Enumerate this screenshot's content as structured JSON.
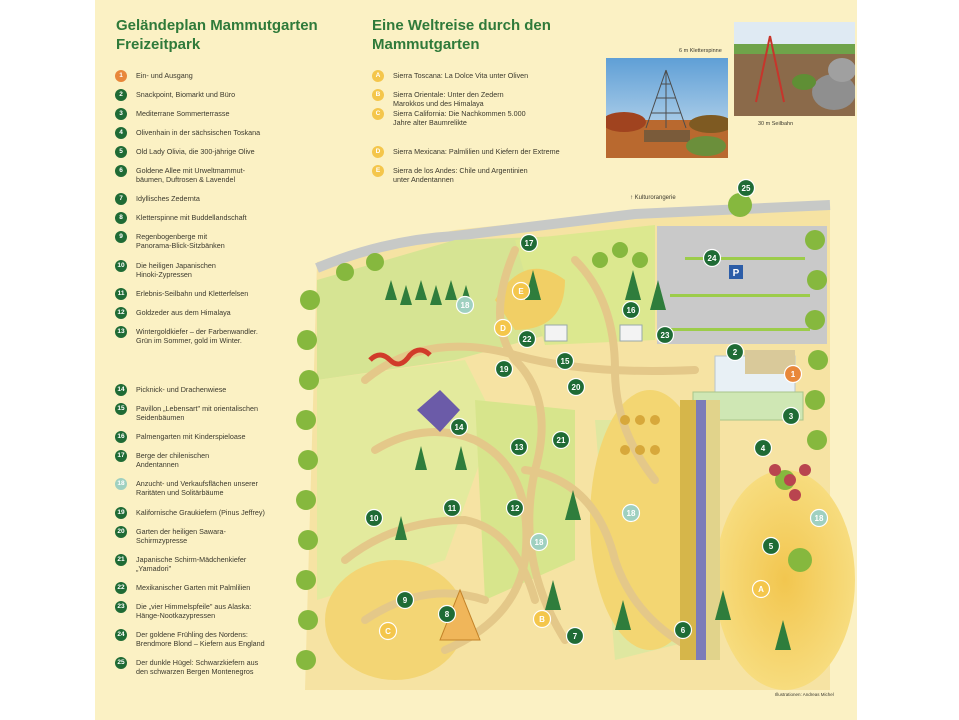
{
  "title_left": "Geländeplan Mammutgarten\nFreizeitpark",
  "title_right": "Eine Weltreise durch den\nMammutgarten",
  "legend_numbers": [
    {
      "num": "1",
      "text": "Ein- und Ausgang",
      "style": "orange"
    },
    {
      "num": "2",
      "text": "Snackpoint, Biomarkt und Büro"
    },
    {
      "num": "3",
      "text": "Mediterrane Sommerterrasse"
    },
    {
      "num": "4",
      "text": "Olivenhain in der sächsischen Toskana"
    },
    {
      "num": "5",
      "text": "Old Lady Olivia, die 300-jährige Olive"
    },
    {
      "num": "6",
      "text": "Goldene Allee mit Urweltmammut-\nbäumen, Duftrosen & Lavendel"
    },
    {
      "num": "7",
      "text": "Idyllisches Zedernta"
    },
    {
      "num": "8",
      "text": "Kletterspinne mit Buddellandschaft"
    },
    {
      "num": "9",
      "text": "Regenbogenberge mit\nPanorama-Blick-Sitzbänken"
    },
    {
      "num": "10",
      "text": "Die heiligen Japanischen\nHinoki-Zypressen"
    },
    {
      "num": "11",
      "text": "Erlebnis-Seilbahn und Kletterfelsen"
    },
    {
      "num": "12",
      "text": "Goldzeder aus dem Himalaya"
    },
    {
      "num": "13",
      "text": "Wintergoldkiefer – der Farbenwandler.\nGrün im Sommer, gold im Winter."
    },
    {
      "num": "14",
      "text": "Picknick- und Drachenwiese"
    },
    {
      "num": "15",
      "text": "Pavillon „Lebensart\" mit orientalischen\nSeidenbäumen"
    },
    {
      "num": "16",
      "text": "Palmengarten mit Kinderspieloase"
    },
    {
      "num": "17",
      "text": "Berge der chilenischen\nAndentannen"
    },
    {
      "num": "18",
      "text": "Anzucht- und Verkaufsflächen unserer\nRaritäten und Solitärbäume",
      "style": "light"
    },
    {
      "num": "19",
      "text": "Kalifornische Graukiefern (Pinus Jeffrey)"
    },
    {
      "num": "20",
      "text": "Garten der heiligen Sawara-\nSchirmzypresse"
    },
    {
      "num": "21",
      "text": "Japanische Schirm-Mädchenkiefer\n„Yamadori\""
    },
    {
      "num": "22",
      "text": "Mexikanischer Garten mit Palmlilien"
    },
    {
      "num": "23",
      "text": "Die „vier Himmelspfeile\" aus Alaska:\nHänge-Nootkazypressen"
    },
    {
      "num": "24",
      "text": "Der goldene Frühling des Nordens:\nBrendmore Blond – Kiefern aus England"
    },
    {
      "num": "25",
      "text": "Der dunkle Hügel: Schwarzkiefern aus\nden schwarzen Bergen Montenegros"
    }
  ],
  "legend_letters": [
    {
      "num": "A",
      "text": "Sierra Toscana: La Dolce Vita unter Oliven"
    },
    {
      "num": "B",
      "text": "Sierra Orientale: Unter den Zedern\nMarokkos und des Himalaya"
    },
    {
      "num": "C",
      "text": "Sierra California: Die Nachkommen 5.000\nJahre alter Baumrelikte"
    },
    {
      "num": "D",
      "text": "Sierra Mexicana: Palmlilien und Kiefern der Extreme"
    },
    {
      "num": "E",
      "text": "Sierra de los Andes: Chile und Argentinien\nunter Andentannen"
    }
  ],
  "photo_captions": {
    "climbing_spider": "6 m Kletterspinne",
    "cable_car": "30 m Seilbahn"
  },
  "kulturorangerie": "↑ Kulturorangerie",
  "parking_symbol": "P",
  "credit": "Illustrationen: Andreas Michel",
  "map_markers": [
    {
      "label": "1",
      "style": "orange"
    },
    {
      "label": "2"
    },
    {
      "label": "3"
    },
    {
      "label": "4"
    },
    {
      "label": "5"
    },
    {
      "label": "6"
    },
    {
      "label": "7"
    },
    {
      "label": "8"
    },
    {
      "label": "9"
    },
    {
      "label": "10"
    },
    {
      "label": "11"
    },
    {
      "label": "12"
    },
    {
      "label": "13"
    },
    {
      "label": "14"
    },
    {
      "label": "15"
    },
    {
      "label": "16"
    },
    {
      "label": "17"
    },
    {
      "label": "18",
      "style": "light"
    },
    {
      "label": "18",
      "style": "light"
    },
    {
      "label": "18",
      "style": "light"
    },
    {
      "label": "18",
      "style": "light"
    },
    {
      "label": "19"
    },
    {
      "label": "20"
    },
    {
      "label": "21"
    },
    {
      "label": "22"
    },
    {
      "label": "23"
    },
    {
      "label": "24"
    },
    {
      "label": "25"
    },
    {
      "label": "A",
      "style": "yellow"
    },
    {
      "label": "B",
      "style": "yellow"
    },
    {
      "label": "C",
      "style": "yellow"
    },
    {
      "label": "D",
      "style": "yellow"
    },
    {
      "label": "E",
      "style": "yellow"
    }
  ],
  "colors": {
    "title_green": "#2f7a3a",
    "marker_green": "#1f6b35",
    "marker_orange": "#e8873a",
    "marker_light": "#9fd0c0",
    "marker_yellow": "#f4c64b",
    "background": "#fbf1c4"
  }
}
